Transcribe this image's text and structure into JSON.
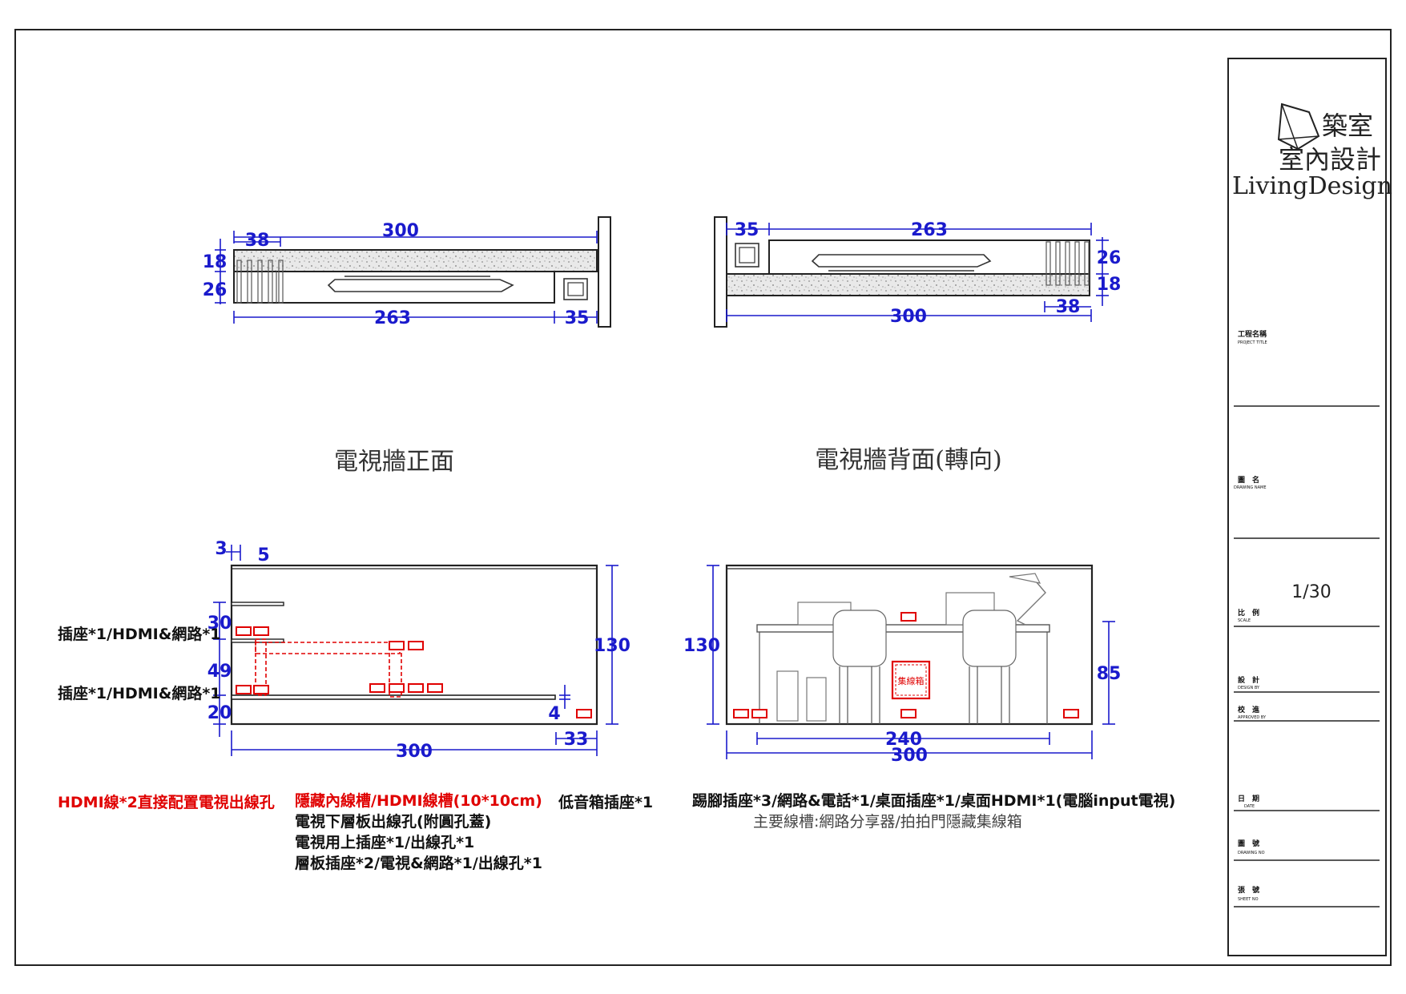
{
  "views": {
    "front_title": "電視牆正面",
    "back_title": "電視牆背面(轉向)"
  },
  "dims": {
    "d300": "300",
    "d38": "38",
    "d18": "18",
    "d26": "26",
    "d263": "263",
    "d35": "35",
    "d3": "3",
    "d5": "5",
    "d30": "30",
    "d49": "49",
    "d20": "20",
    "d130": "130",
    "d4": "4",
    "d33": "33",
    "d240": "240",
    "d85": "85"
  },
  "labels": {
    "side_outlet_1": "插座*1/HDMI&網路*1",
    "side_outlet_2": "插座*1/HDMI&網路*1",
    "hdmi_direct": "HDMI線*2直接配置電視出線孔",
    "hidden_trough": "隱藏內線槽/HDMI線槽(10*10cm)",
    "lower_hole": "電視下層板出線孔(附圓孔蓋)",
    "upper_outlet": "電視用上插座*1/出線孔*1",
    "shelf_outlet": "層板插座*2/電視&網路*1/出線孔*1",
    "subwoofer": "低音箱插座*1",
    "back_outlets": "踢腳插座*3/網路&電話*1/桌面插座*1/桌面HDMI*1(電腦input電視)",
    "main_trough": "主要線槽:網路分享器/拍拍門隱藏集線箱",
    "junction_box": "集線箱"
  },
  "title_block": {
    "brand_cn_1": "築室",
    "brand_cn_2": "室內設計",
    "brand_en": "LivingDesign",
    "project_label": "工程名稱",
    "project_en": "PROJECT TITLE",
    "drawing_label": "圖　名",
    "drawing_en": "DRAWING NAME",
    "scale_value": "1/30",
    "scale_label": "比　例",
    "scale_en": "SCALE",
    "design_label": "設　計",
    "design_en": "DESIGN BY",
    "check_label": "校　進",
    "check_en": "APPROVED BY",
    "date_label": "日　期",
    "date_en": "DATE",
    "drawing_no_label": "圖　號",
    "drawing_no_en": "DRAWING NO",
    "sheet_label": "張　號",
    "sheet_en": "SHEET NO"
  }
}
